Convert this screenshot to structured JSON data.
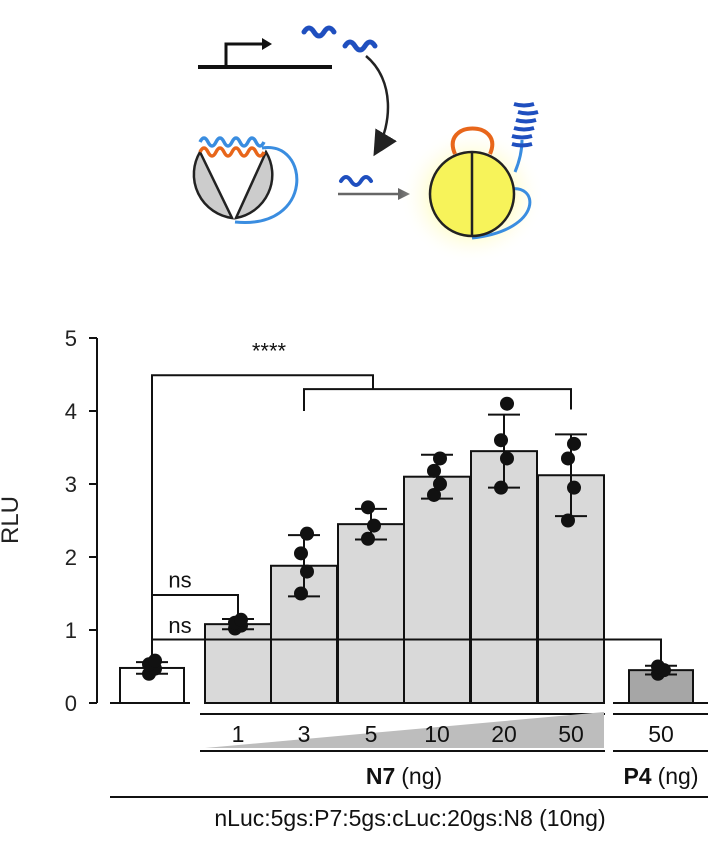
{
  "chart_data": {
    "type": "bar",
    "ylabel": "RLU",
    "ylim": [
      0,
      5
    ],
    "yticks": [
      0,
      1,
      2,
      3,
      4,
      5
    ],
    "bars": [
      {
        "label": "",
        "mean": 0.48,
        "err": 0.08,
        "points": [
          0.4,
          0.47,
          0.53,
          0.58
        ],
        "style": "white"
      },
      {
        "label": "1",
        "mean": 1.08,
        "err": 0.07,
        "points": [
          1.02,
          1.06,
          1.1,
          1.14
        ],
        "style": "light"
      },
      {
        "label": "3",
        "mean": 1.88,
        "err": 0.42,
        "points": [
          1.5,
          1.8,
          2.05,
          2.32
        ],
        "style": "light"
      },
      {
        "label": "5",
        "mean": 2.45,
        "err": 0.21,
        "points": [
          2.25,
          2.43,
          2.68
        ],
        "style": "light"
      },
      {
        "label": "10",
        "mean": 3.1,
        "err": 0.3,
        "points": [
          2.85,
          3.0,
          3.18,
          3.35
        ],
        "style": "light"
      },
      {
        "label": "20",
        "mean": 3.45,
        "err": 0.5,
        "points": [
          2.95,
          3.35,
          3.6,
          4.1
        ],
        "style": "light"
      },
      {
        "label": "50",
        "mean": 3.12,
        "err": 0.56,
        "points": [
          2.5,
          2.95,
          3.35,
          3.55
        ],
        "style": "light"
      },
      {
        "label": "50",
        "mean": 0.45,
        "err": 0.06,
        "points": [
          0.4,
          0.45,
          0.5
        ],
        "style": "dark"
      }
    ],
    "significance": [
      {
        "label": "****"
      },
      {
        "label": "ns"
      },
      {
        "label": "ns"
      }
    ],
    "groups": [
      {
        "name": "N7",
        "unit": "(ng)"
      },
      {
        "name": "P4",
        "unit": "(ng)"
      }
    ],
    "footer": "nLuc:5gs:P7:5gs:cLuc:20gs:N8 (10ng)"
  },
  "colors": {
    "bar_light": "#d9d9d9",
    "bar_dark": "#a6a6a6",
    "bar_white": "#ffffff",
    "peptide_blue": "#1f4fbf",
    "linker_blue": "#3a8de0",
    "orange": "#e8661a",
    "luciferase_gray": "#cccccc",
    "lit_yellow": "#f7f35a",
    "gradient_gray": "#bdbdbd"
  }
}
